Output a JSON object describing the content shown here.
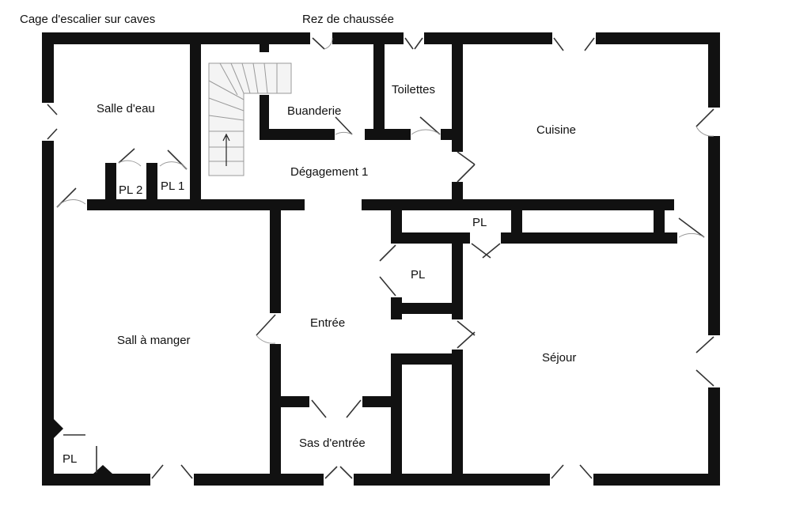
{
  "titles": {
    "basement_stairs": "Cage d'escalier sur caves",
    "floor": "Rez de chaussée"
  },
  "rooms": {
    "salle_eau": "Salle d'eau",
    "buanderie": "Buanderie",
    "toilettes": "Toilettes",
    "cuisine": "Cuisine",
    "degagement": "Dégagement 1",
    "pl1": "PL 1",
    "pl2": "PL 2",
    "pl_hall": "PL",
    "pl_entry": "PL",
    "pl_dining": "PL",
    "entree": "Entrée",
    "salle_manger": "Sall à manger",
    "sejour": "Séjour",
    "sas_entree": "Sas d'entrée"
  },
  "colors": {
    "wall": "#111111",
    "background": "#ffffff"
  }
}
